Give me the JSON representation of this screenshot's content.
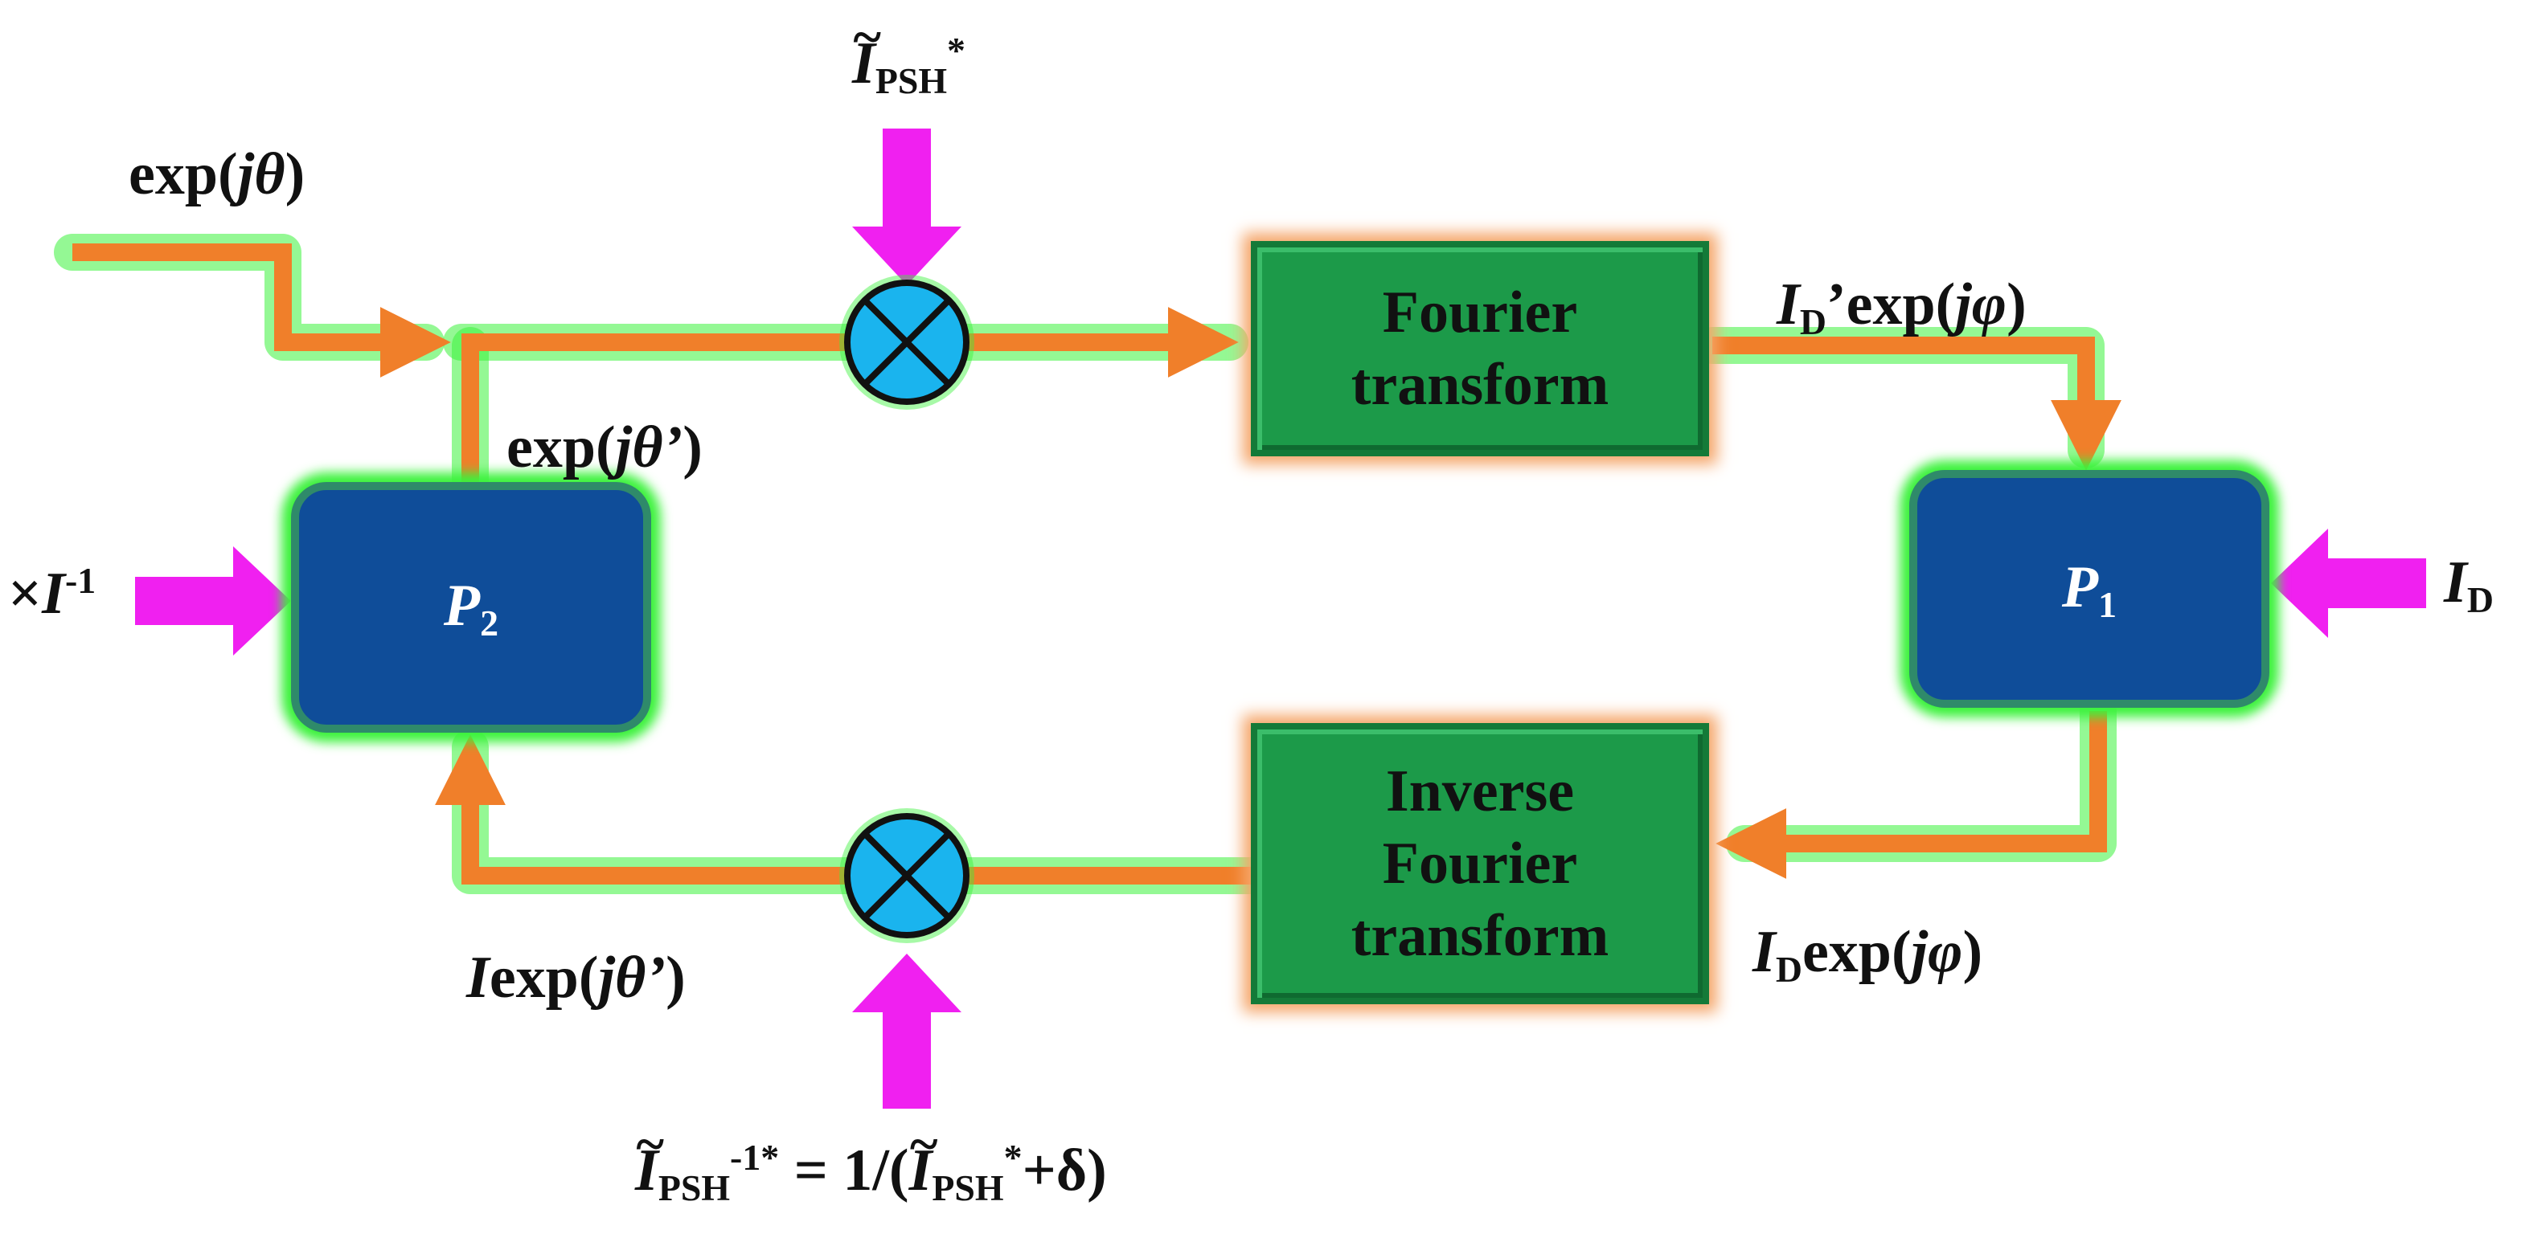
{
  "colors": {
    "flow_line": "#f07f2a",
    "line_glow": "#3cf23c",
    "input_arrow": "#f020f0",
    "multiplier_fill": "#1ab4ee",
    "fft_box": "#1c9a49",
    "p_box": "#0f4d99"
  },
  "boxes": {
    "fourier": {
      "line1": "Fourier",
      "line2": "transform"
    },
    "inverse": {
      "line1": "Inverse",
      "line2": "Fourier",
      "line3": "transform"
    },
    "p1": {
      "base": "P",
      "sub": "1"
    },
    "p2": {
      "base": "P",
      "sub": "2"
    }
  },
  "labels": {
    "exp_theta": {
      "pre": "exp(",
      "var": "jθ",
      "post": ")"
    },
    "exp_theta_prime": {
      "pre": "exp(",
      "var": "jθ’",
      "post": ")"
    },
    "psh_top": {
      "var": "I",
      "sub": "PSH",
      "sup": "*"
    },
    "id_prime_exp": {
      "var": "I",
      "sub": "D",
      "mid": "’exp(",
      "var2": "jφ",
      "post": ")"
    },
    "id_right": {
      "var": "I",
      "sub": "D"
    },
    "inv_i": {
      "pre": "×",
      "var": "I",
      "sup": "-1"
    },
    "i_exp_theta_prime": {
      "var": "I",
      "mid": "exp(",
      "var2": "jθ’",
      "post": ")"
    },
    "id_exp": {
      "var": "I",
      "sub": "D",
      "mid": "exp(",
      "var2": "jφ",
      "post": ")"
    },
    "psh_bottom": {
      "var": "I",
      "sub": "PSH",
      "sup": "-1*",
      "mid": " = 1/(",
      "var2": "I",
      "sub2": "PSH",
      "sup2": "*",
      "post": "+δ)"
    }
  },
  "icons": {
    "multiplier_top": "circle-times-icon",
    "multiplier_bottom": "circle-times-icon"
  }
}
